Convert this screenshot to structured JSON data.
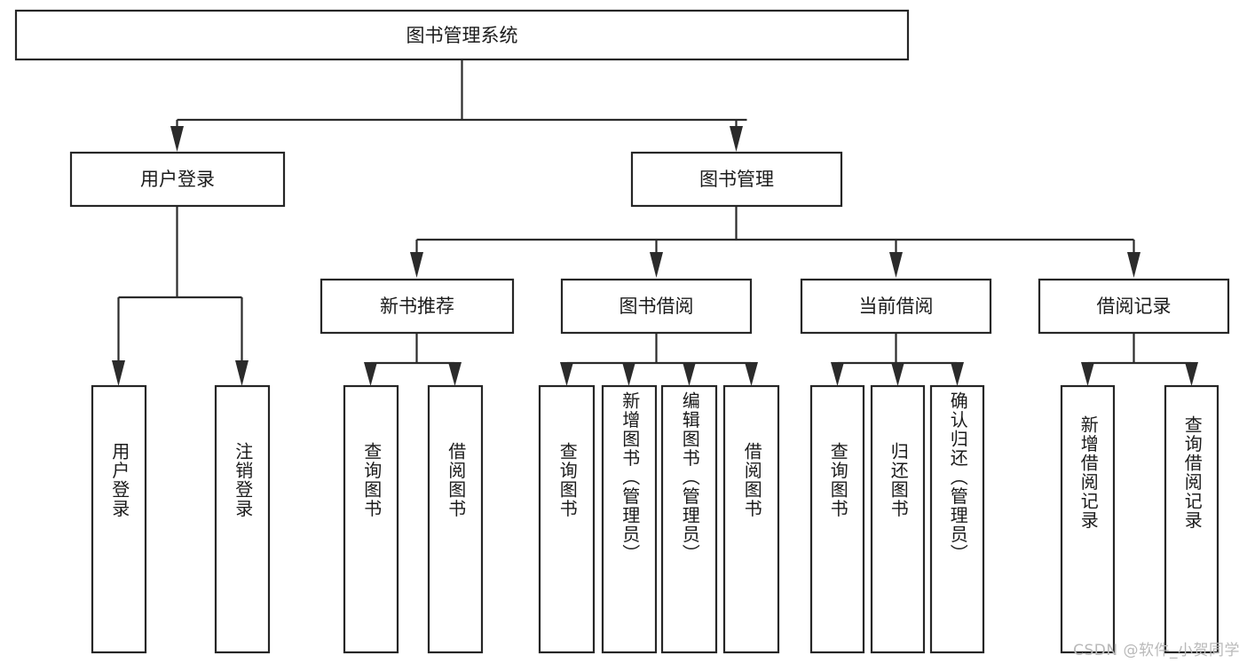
{
  "diagram": {
    "title": "图书管理系统",
    "type": "tree-hierarchy-flowchart",
    "root": {
      "label": "图书管理系统"
    },
    "level1": [
      {
        "label": "用户登录"
      },
      {
        "label": "图书管理"
      }
    ],
    "level2": [
      {
        "label": "新书推荐"
      },
      {
        "label": "图书借阅"
      },
      {
        "label": "当前借阅"
      },
      {
        "label": "借阅记录"
      }
    ],
    "leaves_user_login": [
      {
        "label": "用户登录"
      },
      {
        "label": "注销登录"
      }
    ],
    "leaves_new_book": [
      {
        "label": "查询图书"
      },
      {
        "label": "借阅图书"
      }
    ],
    "leaves_borrow": [
      {
        "label": "查询图书"
      },
      {
        "label": "新增图书（管理员）"
      },
      {
        "label": "编辑图书（管理员）"
      },
      {
        "label": "借阅图书"
      }
    ],
    "leaves_current": [
      {
        "label": "查询图书"
      },
      {
        "label": "归还图书"
      },
      {
        "label": "确认归还（管理员）"
      }
    ],
    "leaves_record": [
      {
        "label": "新增借阅记录"
      },
      {
        "label": "查询借阅记录"
      }
    ]
  },
  "watermark": {
    "text": "CSDN @软件_小贺同学"
  },
  "colors": {
    "background": "#ffffff",
    "box_fill": "#ffffff",
    "box_stroke": "#262626",
    "connector": "#2b2b2b",
    "text": "#1b1b1b",
    "watermark": "#b9b9b9"
  }
}
